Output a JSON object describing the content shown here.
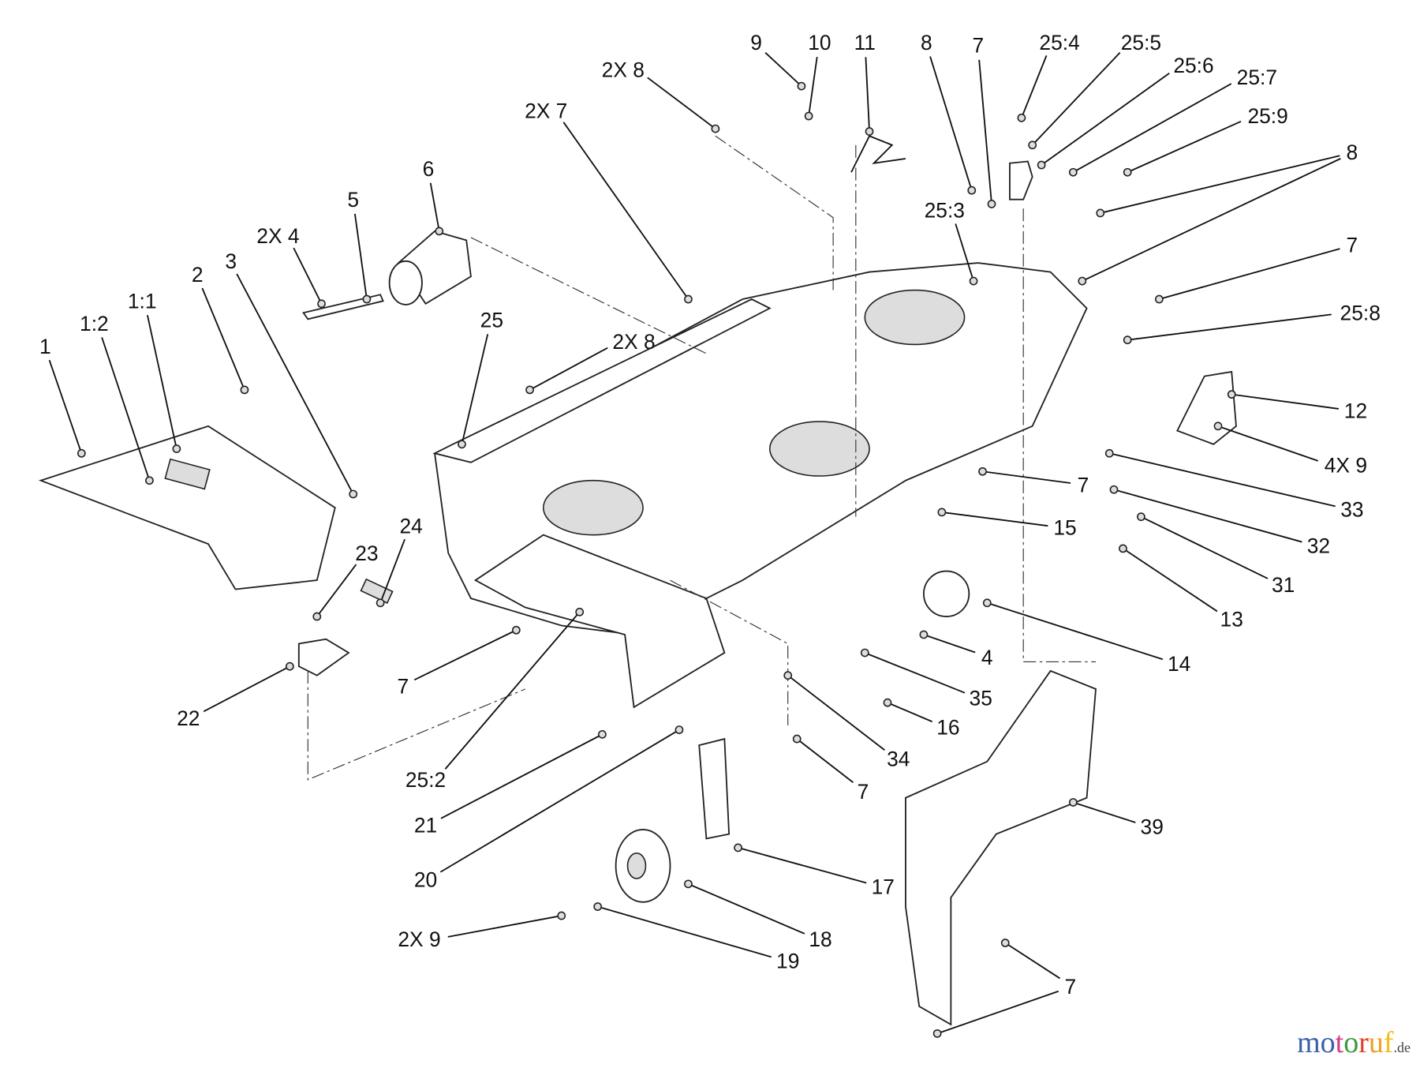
{
  "diagram": {
    "callouts": [
      "9",
      "10",
      "11",
      "8",
      "7",
      "25:4",
      "25:5",
      "25:6",
      "25:7",
      "25:9",
      "8",
      "2X 8",
      "2X 7",
      "6",
      "25:3",
      "5",
      "2X 4",
      "3",
      "7",
      "25:8",
      "2",
      "1:1",
      "1:2",
      "25",
      "2X 8",
      "1",
      "12",
      "4X 9",
      "7",
      "33",
      "15",
      "32",
      "24",
      "23",
      "31",
      "13",
      "4",
      "14",
      "35",
      "7",
      "22",
      "16",
      "34",
      "7",
      "25:2",
      "21",
      "39",
      "20",
      "17",
      "18",
      "2X 9",
      "19",
      "7"
    ]
  },
  "watermark": {
    "letters": [
      "m",
      "o",
      "t",
      "o",
      "r",
      "u",
      "f"
    ],
    "colors": [
      "#3a5fa8",
      "#3a5fa8",
      "#d6398a",
      "#3a9a3a",
      "#e0402a",
      "#f0a020",
      "#f0c020"
    ],
    "suffix": ".de"
  }
}
